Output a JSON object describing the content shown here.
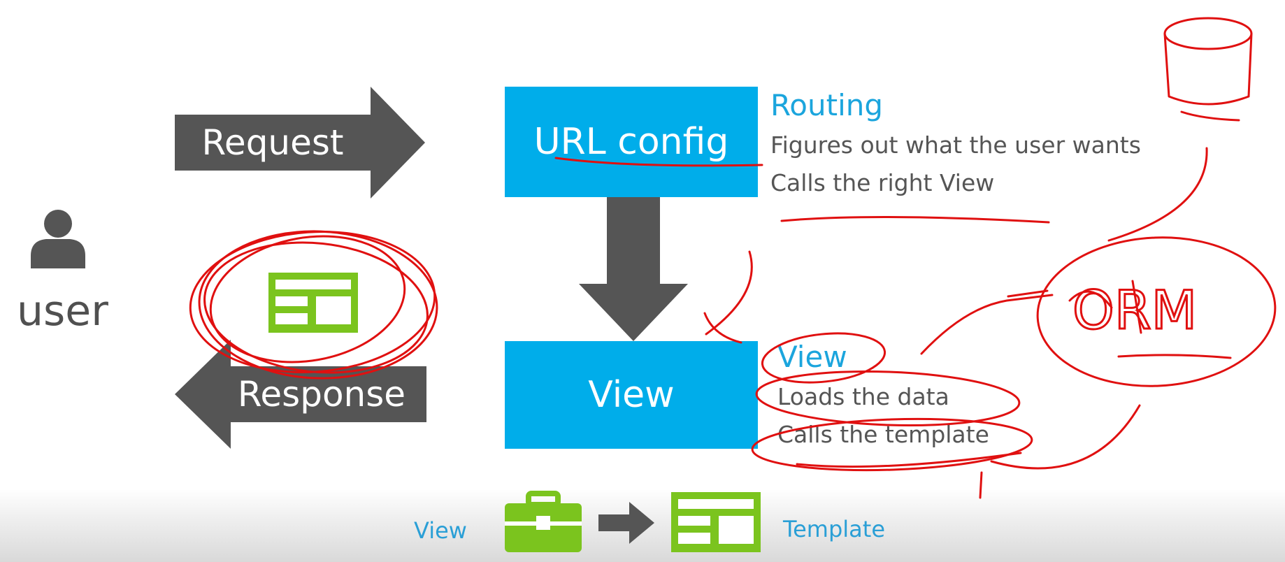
{
  "user": {
    "label": "user",
    "icon": "user-icon"
  },
  "request_label": "Request",
  "response_label": "Response",
  "url_config": {
    "box_label": "URL config",
    "heading": "Routing",
    "lines": [
      "Figures out what the user wants",
      "Calls the right View"
    ]
  },
  "view": {
    "box_label": "View",
    "heading": "View",
    "lines": [
      "Loads the data",
      "Calls the template"
    ]
  },
  "bottom": {
    "left_label": "View",
    "right_label": "Template"
  },
  "annotation": {
    "orm_text": "ORM"
  },
  "colors": {
    "box_blue": "#00adea",
    "heading_blue": "#1ba5dd",
    "arrow_gray": "#555555",
    "icon_green": "#7bc41e",
    "ink_red": "#e01010"
  }
}
